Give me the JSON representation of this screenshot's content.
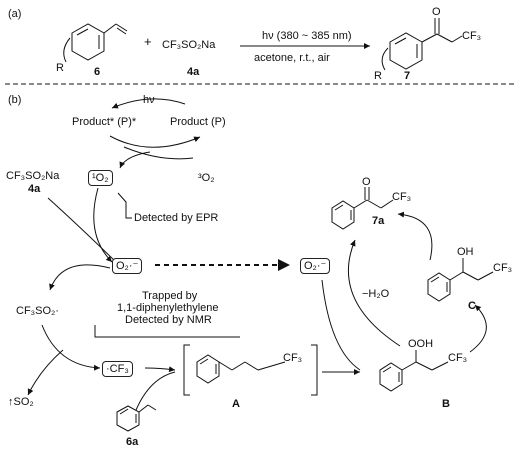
{
  "panel_a": {
    "label": "(a)",
    "reactant_num": "6",
    "r_group": "R",
    "plus": "+",
    "reagent": "CF₃SO₂Na",
    "reagent_num": "4a",
    "arrow_top": "hν (380 ~ 385 nm)",
    "arrow_bottom": "acetone, r.t.,  air",
    "product_num": "7",
    "product_r": "R",
    "product_cf3": "CF₃",
    "product_o": "O"
  },
  "panel_b": {
    "label": "(b)",
    "hv": "hν",
    "excited": "Product* (P)*",
    "product": "Product (P)",
    "triplet_o2": "³O₂",
    "singlet_o2": "¹O₂",
    "reagent": "CF₃SO₂Na",
    "reagent_num": "4a",
    "epr": "Detected by EPR",
    "superoxide": "O₂·⁻",
    "superoxide2": "O₂·⁻",
    "so2_radical": "CF₃SO₂·",
    "trapped1": "Trapped by",
    "trapped2": "1,1-diphenylethylene",
    "trapped3": "Detected by NMR",
    "cf3_radical": "·CF₃",
    "so2_gas": "↑SO₂",
    "styrene_num": "6a",
    "int_a": "A",
    "int_a_cf3": "CF₃",
    "int_b": "B",
    "int_b_ooh": "OOH",
    "int_b_cf3": "CF₃",
    "int_c": "C",
    "int_c_oh": "OH",
    "int_c_cf3": "CF₃",
    "minus_h2o": "−H₂O",
    "prod_7a": "7a",
    "prod_7a_cf3": "CF₃",
    "prod_7a_o": "O"
  }
}
